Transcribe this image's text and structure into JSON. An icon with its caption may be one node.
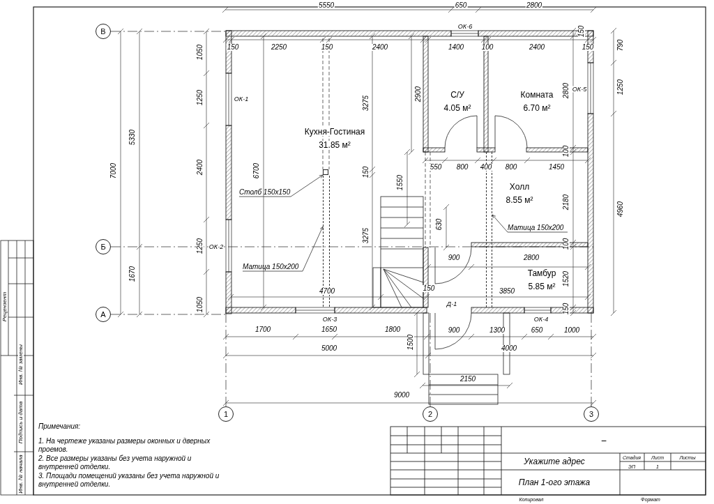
{
  "diagram": {
    "nodes": [
      {
        "text": [
          "В"
        ]
      },
      {
        "text": [
          "Б"
        ]
      },
      {
        "text": [
          "А"
        ]
      },
      {
        "text": [
          "1"
        ]
      },
      {
        "text": [
          "2"
        ]
      },
      {
        "text": [
          "3"
        ]
      },
      {
        "text": [
          "Столб 150x150"
        ]
      },
      {
        "text": [],
        "shape": "box"
      },
      {
        "text": [
          "Матица 150x200"
        ]
      },
      {
        "text": [],
        "shape": "bar"
      },
      {
        "text": [
          "Матица 150x200"
        ]
      },
      {
        "text": [],
        "shape": "bar"
      }
    ],
    "edges": [
      {
        "from": 6,
        "to": 7,
        "arrow": "to"
      },
      {
        "from": 8,
        "to": 9,
        "arrow": "to"
      },
      {
        "from": 10,
        "to": 11,
        "arrow": "to"
      }
    ],
    "labels": [
      "5550",
      "650",
      "2800",
      "ОК-6",
      "150",
      "790",
      "1050",
      "150",
      "2250",
      "150",
      "2400",
      "1400",
      "100",
      "2400",
      "150",
      "1250",
      "1250",
      "ОК-1",
      "2900",
      "3275",
      "С/У",
      "4.05 м²",
      "Комната",
      "6.70 м²",
      "2800",
      "ОК-5",
      "Кухня-Гостиная",
      "31.85 м²",
      "5330",
      "100",
      "550",
      "800",
      "400",
      "800",
      "1450",
      "7000",
      "2400",
      "6700",
      "150",
      "1550",
      "Холл",
      "8.55 м²",
      "2180",
      "4960",
      "630",
      "3275",
      "1250",
      "ОК-2",
      "100",
      "900",
      "2800",
      "1670",
      "Тамбур",
      "5.85 м²",
      "1520",
      "4700",
      "150",
      "3850",
      "1050",
      "Д-1",
      "150",
      "ОК-3",
      "ОК-4",
      "1700",
      "1650",
      "1800",
      "900",
      "1300",
      "650",
      "1000",
      "1500",
      "5000",
      "4000",
      "2150",
      "9000",
      "Примечания:",
      "1. На чертеже указаны размеры оконных и дверных проемов.",
      "2. Все размеры указаны без учета наружной и внутренней отделки.",
      "3. Площади помещений указаны без учета наружной и внутренней отделки.",
      "–",
      "Укажите адрес",
      "Стадия",
      "Лист",
      "Листы",
      "ЭП",
      "1",
      "План 1-ого этажа",
      "Копировал",
      "Формат",
      "Рецензент",
      "Инв. № замены",
      "Подпись и дата",
      "Инв. № начала"
    ]
  }
}
